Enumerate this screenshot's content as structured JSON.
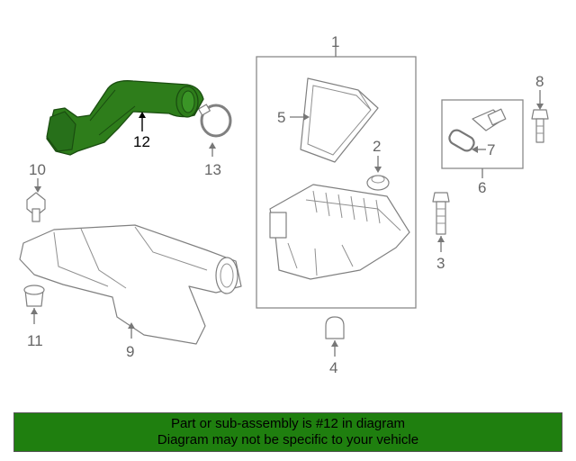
{
  "callouts": {
    "c1": "1",
    "c2": "2",
    "c3": "3",
    "c4": "4",
    "c5": "5",
    "c6": "6",
    "c7": "7",
    "c8": "8",
    "c9": "9",
    "c10": "10",
    "c11": "11",
    "c12": "12",
    "c13": "13"
  },
  "banner": {
    "line1": "Part or sub-assembly is #12 in diagram",
    "line2": "Diagram may not be specific to your vehicle"
  },
  "colors": {
    "highlight": "#2e7d1b",
    "banner_bg": "#1f7f0f",
    "line": "#808080"
  }
}
